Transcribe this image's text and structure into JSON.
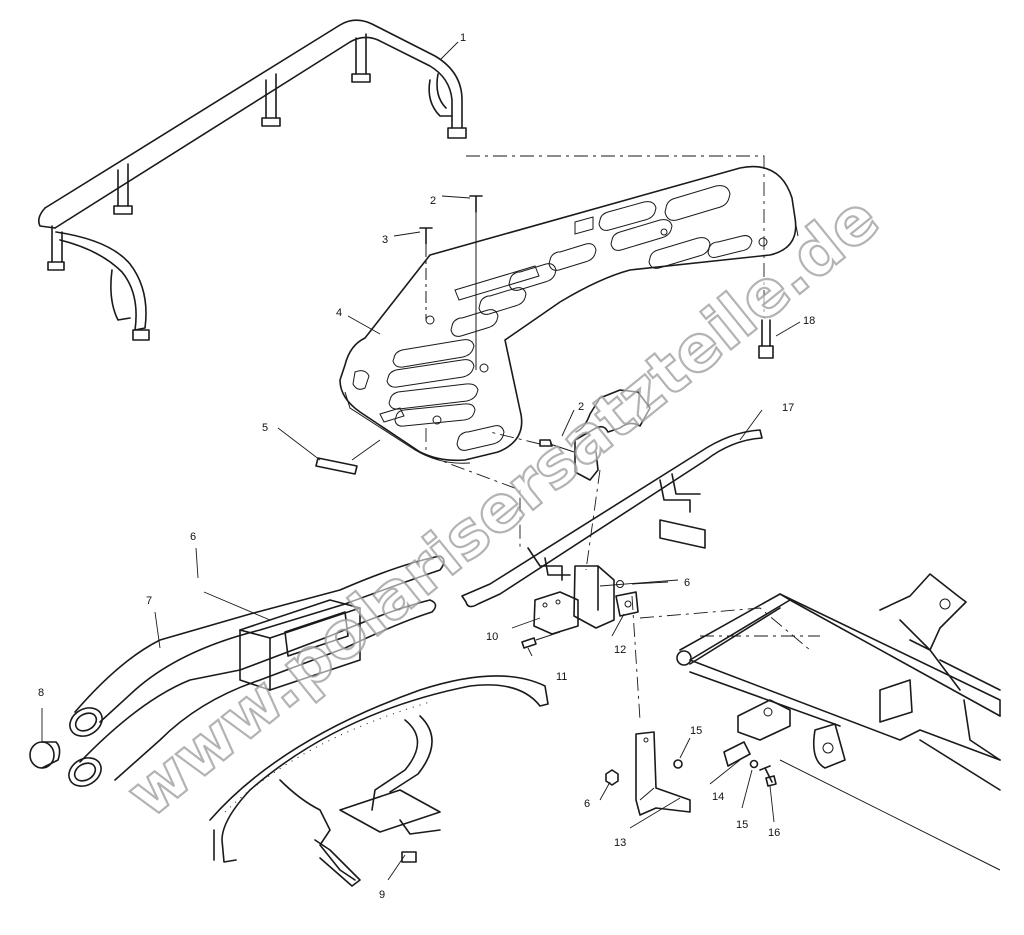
{
  "diagram": {
    "callouts": [
      "1",
      "2",
      "3",
      "4",
      "5",
      "6",
      "7",
      "8",
      "9",
      "10",
      "11",
      "12",
      "13",
      "14",
      "15",
      "16",
      "17",
      "18"
    ],
    "callout_extra": {
      "two_b": "2",
      "six_b": "6",
      "six_c": "6",
      "fifteen_b": "15"
    }
  },
  "watermark": {
    "text": "www.polarisersatzteile.de",
    "color": "#9a9a9a"
  },
  "colors": {
    "line": "#1a1a1a",
    "background": "#ffffff"
  }
}
